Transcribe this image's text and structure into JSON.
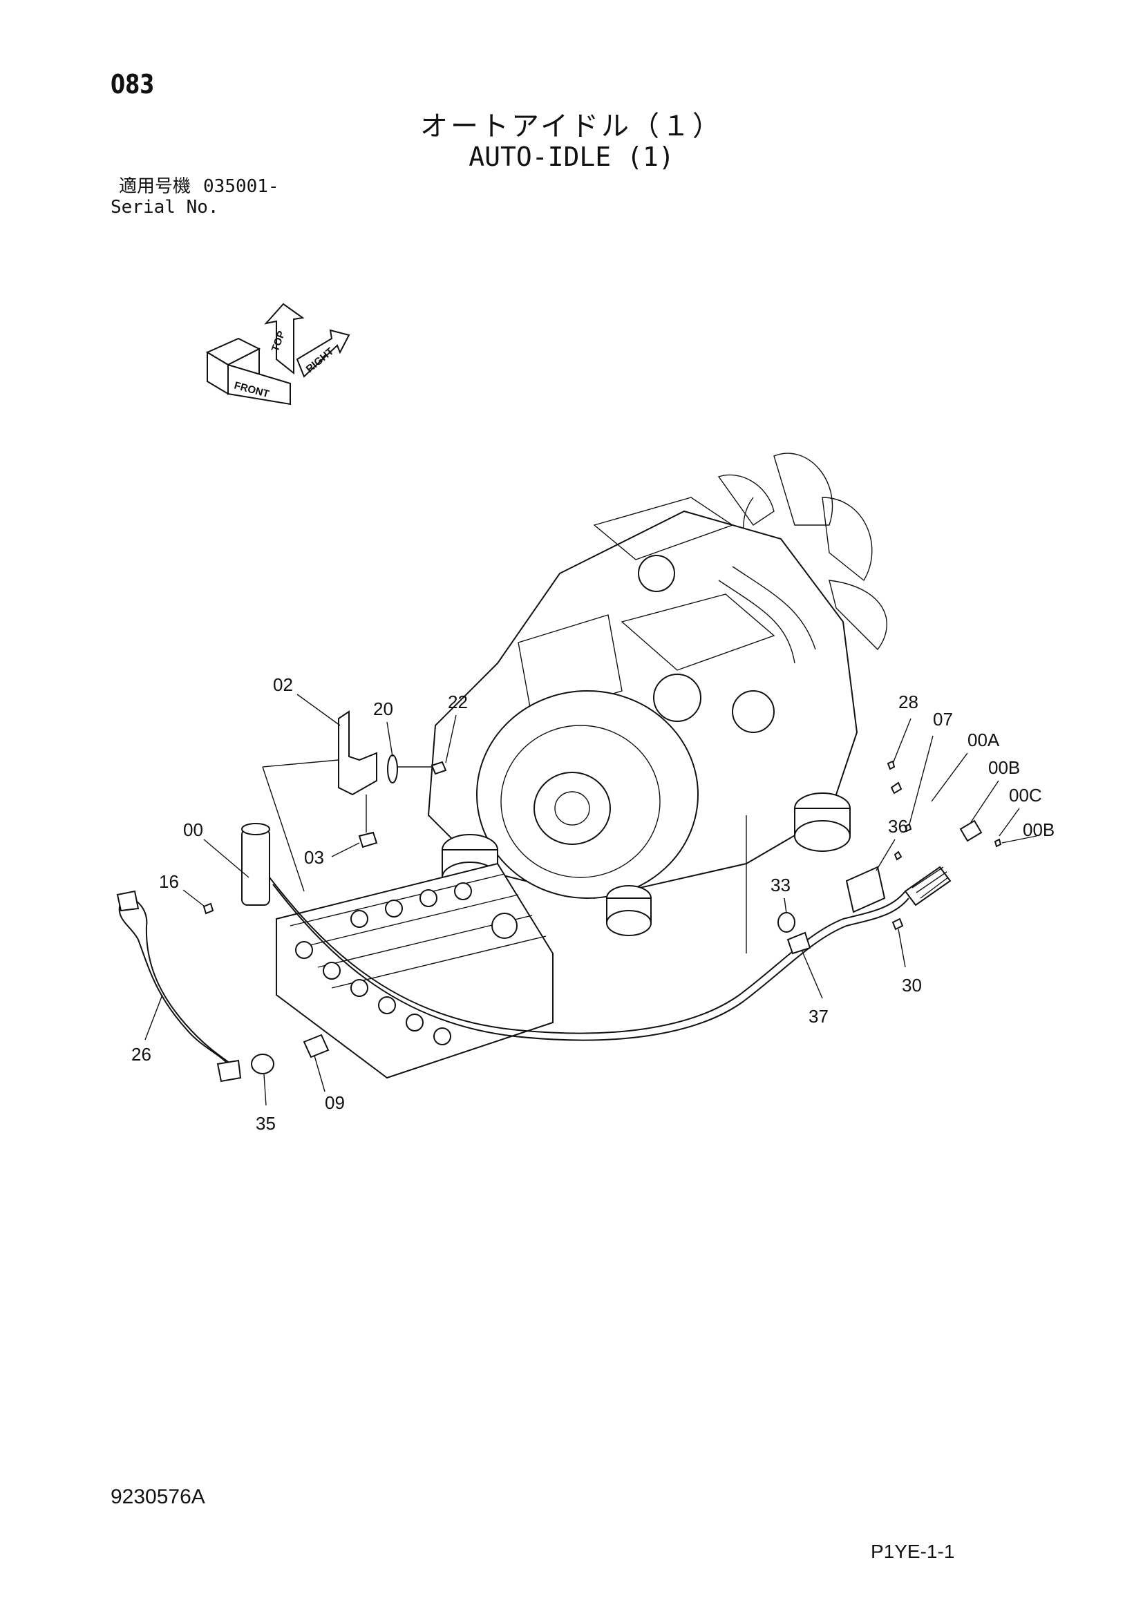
{
  "page": {
    "page_number": "083",
    "title_jp": "オートアイドル（１）",
    "title_en": "AUTO-IDLE (1)",
    "serial_label_jp": "適用号機",
    "serial_value": "035001-",
    "serial_label_en": "Serial No.",
    "drawing_number": "9230576A",
    "sheet_code": "P1YE-1-1"
  },
  "orientation_marker": {
    "front_label": "FRONT",
    "top_label": "TOP",
    "right_label": "RIGHT"
  },
  "callouts": [
    "02",
    "20",
    "22",
    "00",
    "03",
    "16",
    "28",
    "07",
    "00A",
    "00B",
    "00C",
    "00B",
    "36",
    "33",
    "30",
    "37",
    "26",
    "09",
    "35"
  ]
}
